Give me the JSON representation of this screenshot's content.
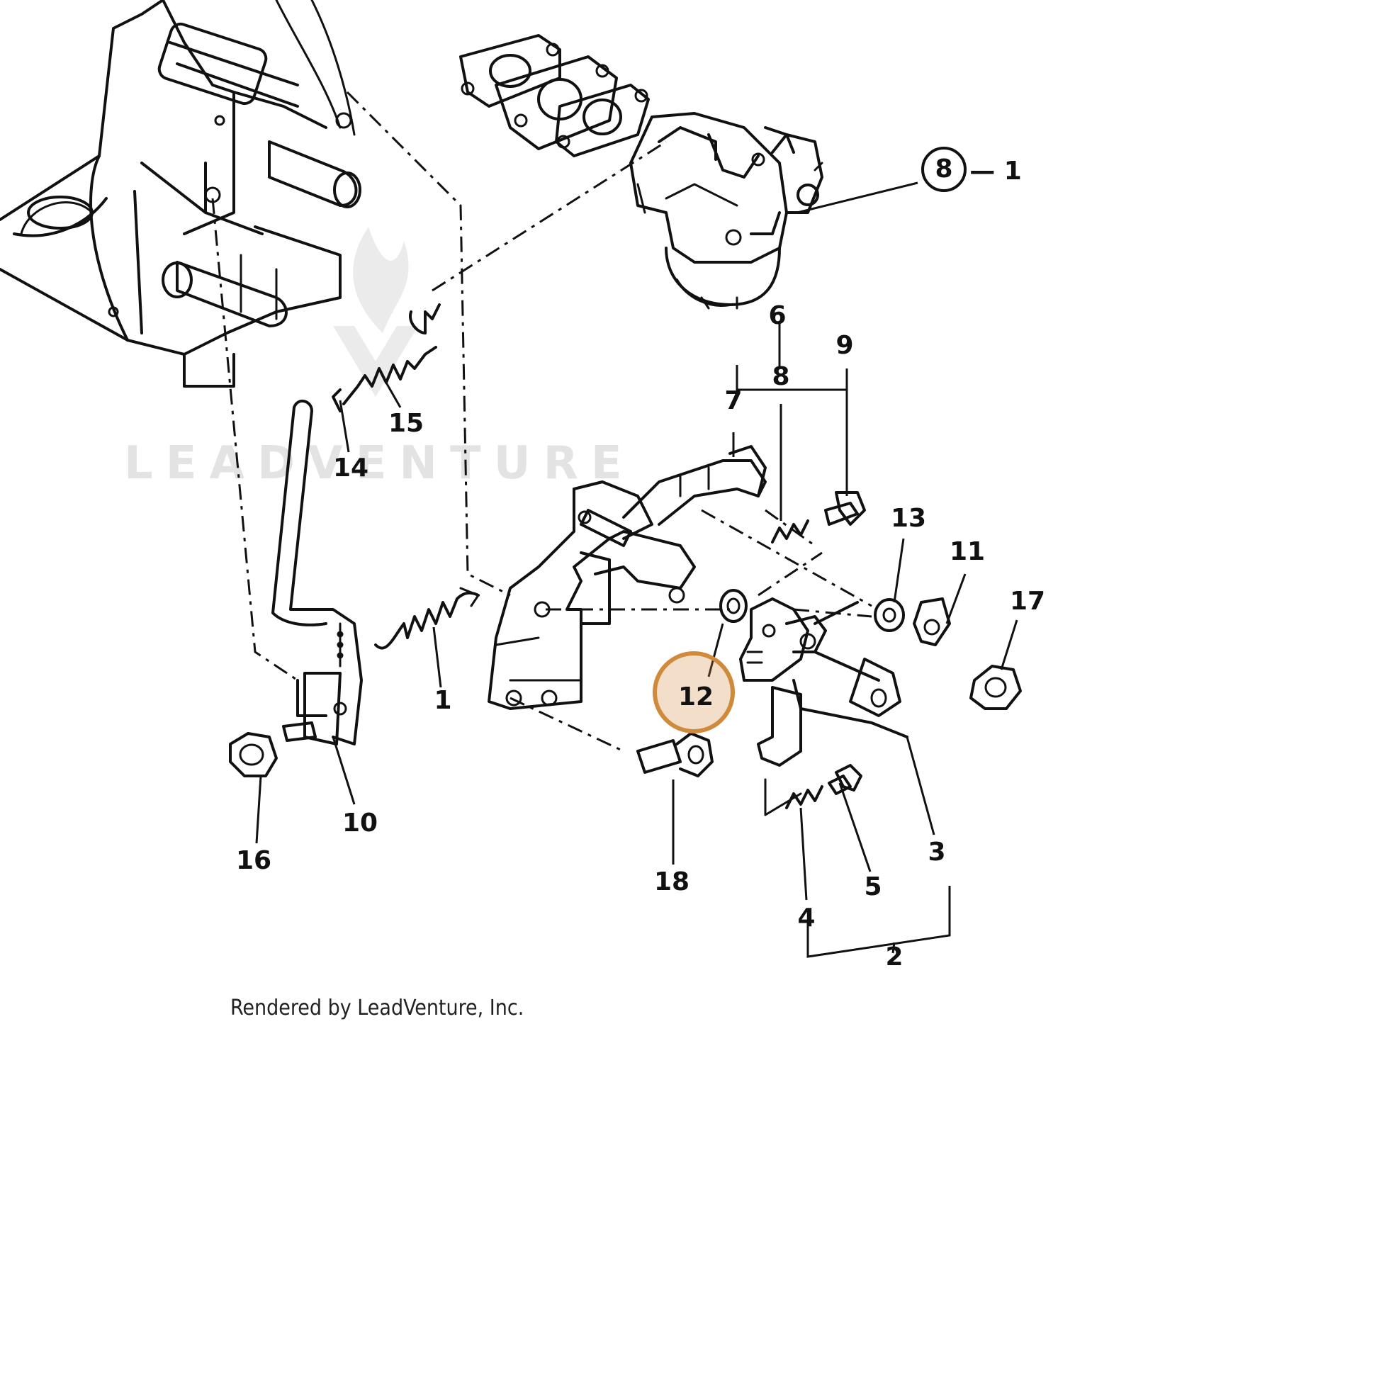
{
  "diagram": {
    "credit": "Rendered by LeadVenture, Inc.",
    "watermark": "LEADVENTURE",
    "highlight_color": "#d08a3c",
    "highlighted_callout": "12",
    "callouts": [
      {
        "id": "c8",
        "label": "8",
        "circled": true
      },
      {
        "id": "c8-suffix",
        "label": "— 1"
      },
      {
        "id": "c6",
        "label": "6"
      },
      {
        "id": "c9",
        "label": "9"
      },
      {
        "id": "c8b",
        "label": "8"
      },
      {
        "id": "c7",
        "label": "7"
      },
      {
        "id": "c15",
        "label": "15"
      },
      {
        "id": "c14",
        "label": "14"
      },
      {
        "id": "c13",
        "label": "13"
      },
      {
        "id": "c11",
        "label": "11"
      },
      {
        "id": "c17",
        "label": "17"
      },
      {
        "id": "c1",
        "label": "1"
      },
      {
        "id": "c12",
        "label": "12"
      },
      {
        "id": "c10",
        "label": "10"
      },
      {
        "id": "c16",
        "label": "16"
      },
      {
        "id": "c18",
        "label": "18"
      },
      {
        "id": "c3",
        "label": "3"
      },
      {
        "id": "c5",
        "label": "5"
      },
      {
        "id": "c4",
        "label": "4"
      },
      {
        "id": "c2",
        "label": "2"
      }
    ]
  }
}
